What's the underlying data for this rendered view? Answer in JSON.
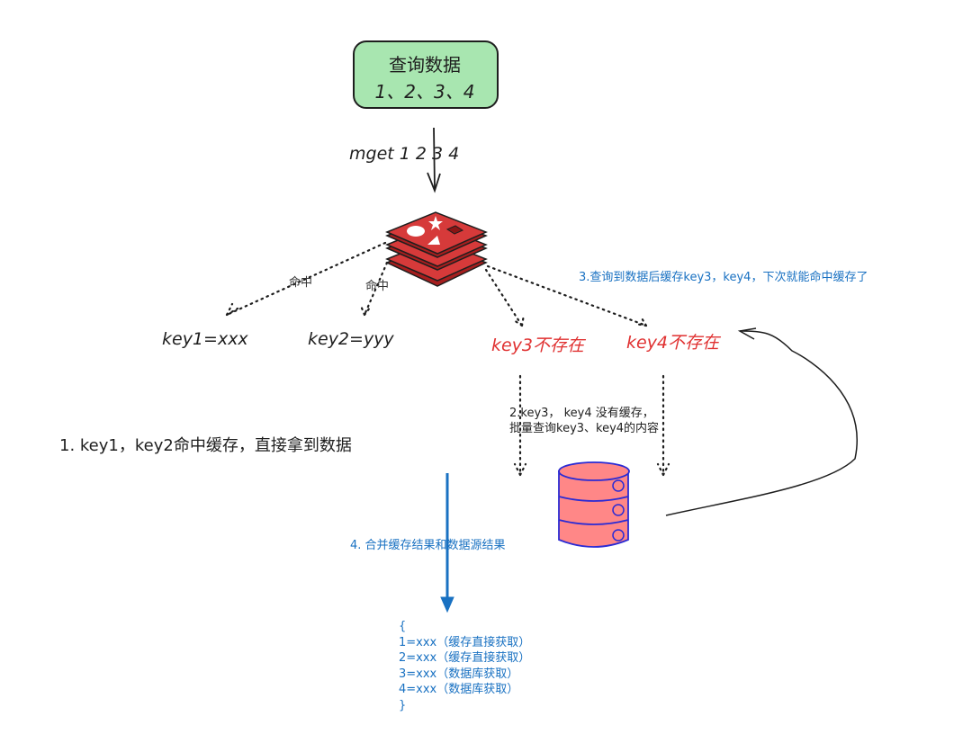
{
  "colors": {
    "query_box_fill": "#a8e6b0",
    "query_box_stroke": "#1e1e1e",
    "redis_red": "#c92a2a",
    "db_fill": "#ff8787",
    "db_stroke": "#2b2bd4",
    "miss_text": "#e03131",
    "annotation_blue": "#1971c2",
    "ink": "#1e1e1e"
  },
  "query_box": {
    "title": "查询数据",
    "keys": "1、2、3、4"
  },
  "command": "mget 1 2 3 4",
  "cache": {
    "icon": "redis-icon",
    "hit_label_1": "命中",
    "hit_label_2": "命中"
  },
  "results": {
    "key1": "key1=xxx",
    "key2": "key2=yyy",
    "key3": "key3不存在",
    "key4": "key4不存在"
  },
  "annotations": {
    "step1": "1. key1，key2命中缓存，直接拿到数据",
    "step2_line1": "2.key3，  key4 没有缓存，",
    "step2_line2": "批量查询key3、key4的内容",
    "step3": "3.查询到数据后缓存key3，key4，下次就能命中缓存了",
    "step4": "4. 合并缓存结果和数据源结果"
  },
  "database": {
    "icon": "database-icon"
  },
  "merged_result": {
    "lines": [
      "{",
      "1=xxx（缓存直接获取）",
      "2=xxx（缓存直接获取）",
      "3=xxx（数据库获取）",
      "4=xxx（数据库获取）",
      "}"
    ]
  }
}
